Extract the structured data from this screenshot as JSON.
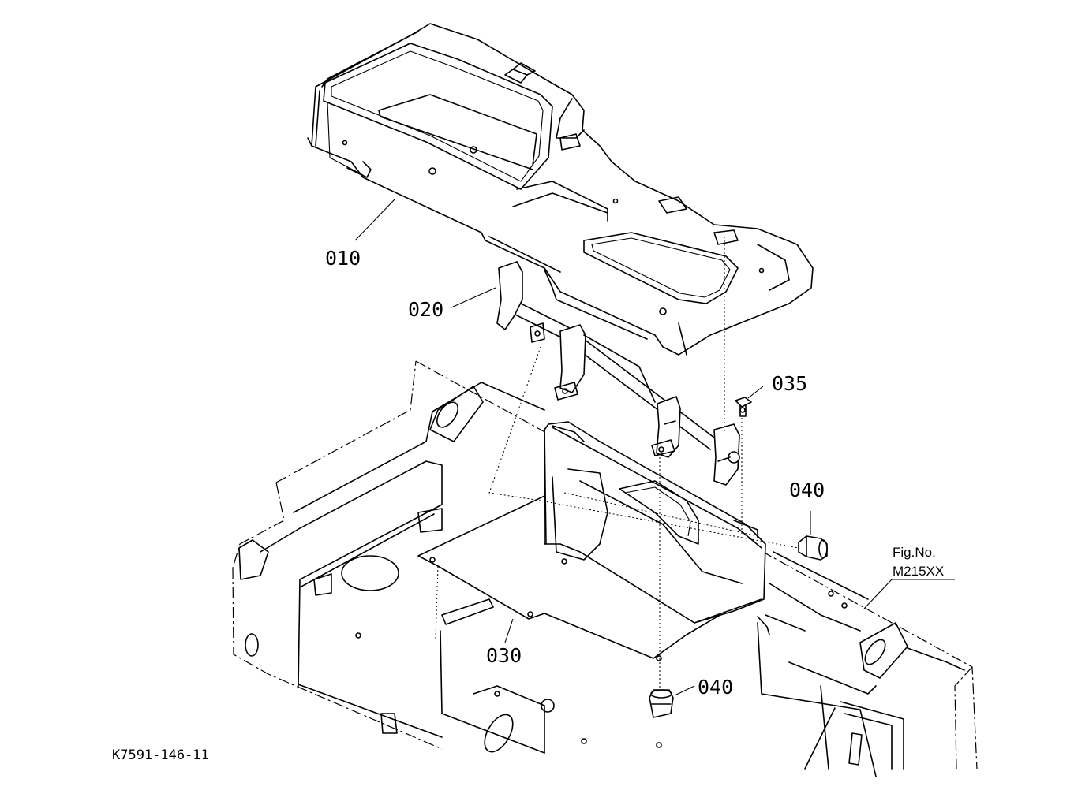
{
  "diagram": {
    "parts": [
      {
        "id": "part-010",
        "label": "010"
      },
      {
        "id": "part-020",
        "label": "020"
      },
      {
        "id": "part-030",
        "label": "030"
      },
      {
        "id": "part-035",
        "label": "035"
      },
      {
        "id": "part-040-upper",
        "label": "040"
      },
      {
        "id": "part-040-lower",
        "label": "040"
      }
    ],
    "reference": {
      "fig_no_label": "Fig.No.",
      "fig_no_value": "M215XX"
    },
    "drawing_id": "K7591-146-11",
    "colors": {
      "line": "#000000",
      "background": "#ffffff"
    }
  }
}
